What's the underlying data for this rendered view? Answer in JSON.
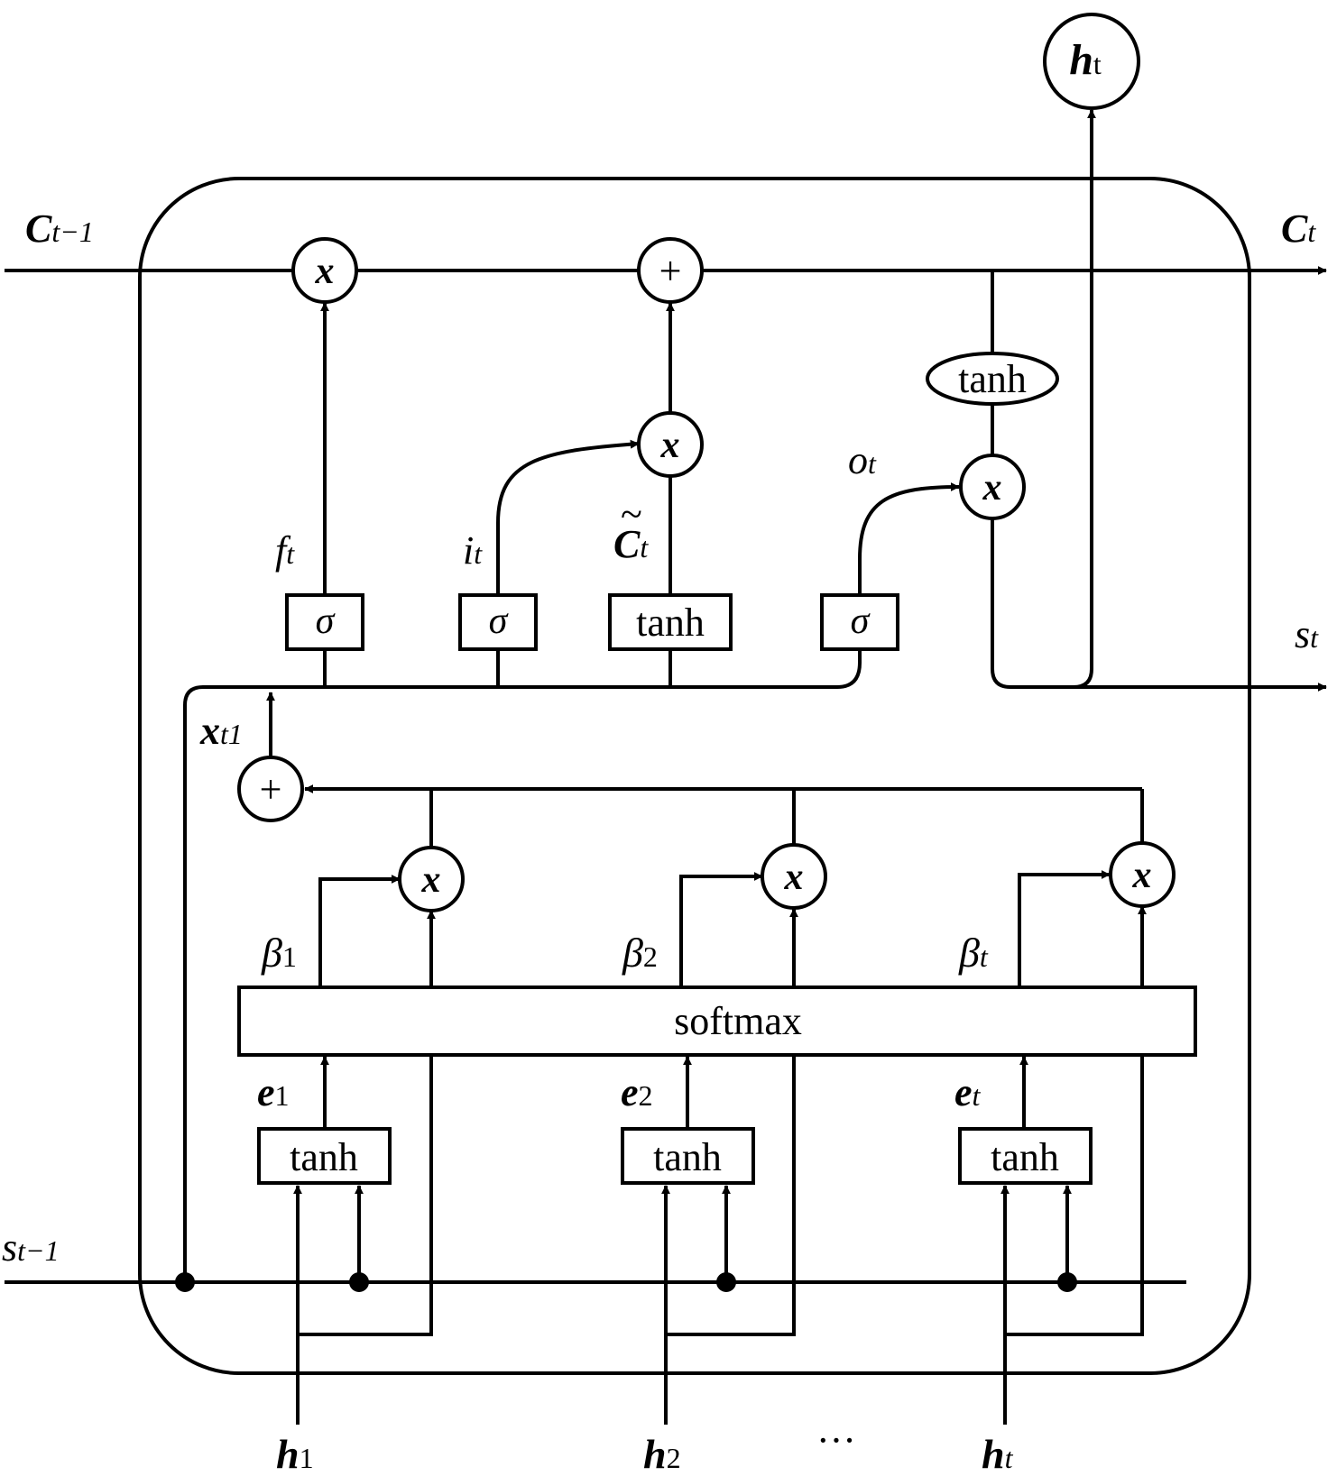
{
  "labels": {
    "c_prev": "C",
    "c_prev_sub": "t−1",
    "c_next": "C",
    "c_next_sub": "t",
    "h_out": "h",
    "h_out_sub": "t",
    "s_prev": "s",
    "s_prev_sub": "t−1",
    "s_next": "s",
    "s_next_sub": "t",
    "f_gate": "f",
    "f_gate_sub": "t",
    "i_gate": "i",
    "i_gate_sub": "t",
    "c_tilde": "C",
    "c_tilde_sub": "t",
    "tilde": "~",
    "o_gate": "o",
    "o_gate_sub": "t",
    "x_in": "x",
    "x_in_sub": "t1",
    "beta1": "β",
    "beta1_sub": "1",
    "beta2": "β",
    "beta2_sub": "2",
    "betat": "β",
    "betat_sub": "t",
    "e1": "e",
    "e1_sub": "1",
    "e2": "e",
    "e2_sub": "2",
    "et": "e",
    "et_sub": "t",
    "h1": "h",
    "h1_sub": "1",
    "h2": "h",
    "h2_sub": "2",
    "ht": "h",
    "ht_sub": "t",
    "ellipsis": "···"
  },
  "operators": {
    "multiply": "x",
    "add": "+",
    "sigma": "σ",
    "tanh": "tanh",
    "softmax": "softmax"
  }
}
